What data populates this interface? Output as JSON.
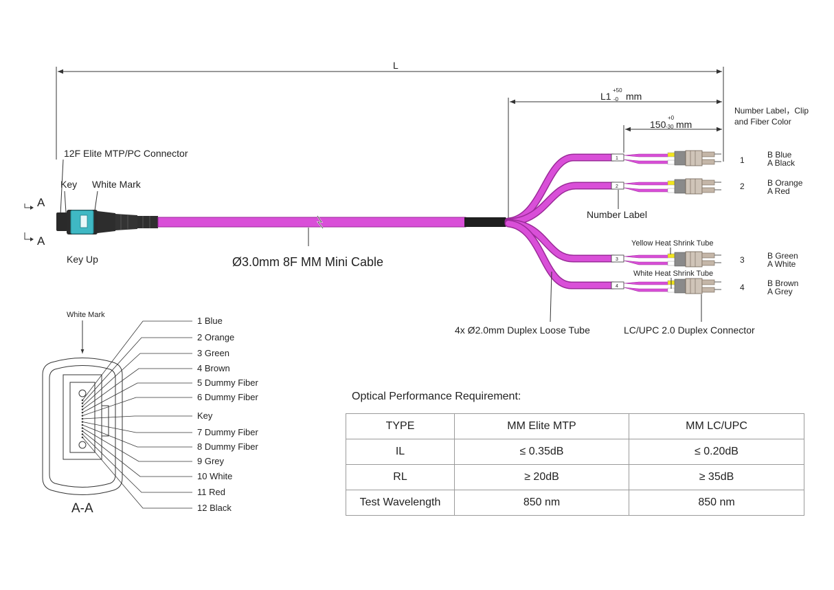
{
  "colors": {
    "cable": "#d94fd8",
    "cable_dark": "#9a2a98",
    "connector_teal": "#3fb8c4",
    "boot": "#2a2a2a",
    "line": "#333333",
    "yellow_tube": "#f2e51d"
  },
  "dimensions": {
    "L": "L",
    "L1": "L1",
    "L1_sub": "-0",
    "L1_sup": "+50",
    "L1_unit": "mm",
    "d150": "150",
    "d150_sub": "-30",
    "d150_sup": "+0",
    "d150_unit": "mm"
  },
  "top_labels": {
    "connector": "12F Elite MTP/PC Connector",
    "key": "Key",
    "white_mark": "White Mark",
    "key_up": "Key Up",
    "section_a": "A",
    "cable": "Ø3.0mm 8F MM Mini Cable",
    "number_label_header": "Number Label，Clip",
    "number_label_header2": "and Fiber Color",
    "number_label": "Number Label",
    "yellow_tube": "Yellow Heat Shrink Tube",
    "white_tube": "White Heat Shrink Tube",
    "loose_tube": "4x Ø2.0mm Duplex Loose Tube",
    "lc_connector": "LC/UPC  2.0 Duplex Connector"
  },
  "legs": [
    {
      "num": "1",
      "b": "B Blue",
      "a": "A Black"
    },
    {
      "num": "2",
      "b": "B  Orange",
      "a": "A  Red"
    },
    {
      "num": "3",
      "b": "B  Green",
      "a": "A  White"
    },
    {
      "num": "4",
      "b": "B  Brown",
      "a": "A  Grey"
    }
  ],
  "section": {
    "white_mark": "White Mark",
    "title": "A-A",
    "fibers": [
      "1 Blue",
      "2 Orange",
      "3 Green",
      "4 Brown",
      "5 Dummy Fiber",
      "6 Dummy Fiber",
      "Key",
      "7 Dummy Fiber",
      "8 Dummy Fiber",
      "9 Grey",
      "10 White",
      "11 Red",
      "12 Black"
    ]
  },
  "performance": {
    "title": "Optical Performance Requirement:",
    "headers": [
      "TYPE",
      "MM Elite MTP",
      "MM LC/UPC"
    ],
    "rows": [
      [
        "IL",
        "≤ 0.35dB",
        "≤ 0.20dB"
      ],
      [
        "RL",
        "≥ 20dB",
        "≥ 35dB"
      ],
      [
        "Test Wavelength",
        "850 nm",
        "850 nm"
      ]
    ]
  }
}
